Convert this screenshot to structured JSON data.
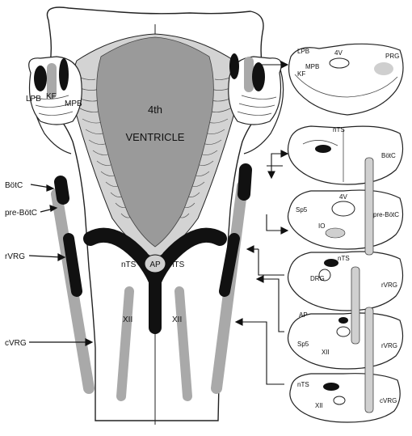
{
  "diagram": {
    "ventricle_title_line1": "4th",
    "ventricle_title_line2": "VENTRICLE",
    "left_labels": {
      "lpb": "LPB",
      "kf": "KF",
      "mpb": "MPB",
      "botc": "BötC",
      "prebotc": "pre-BötC",
      "rvrg": "rVRG",
      "cvrg": "cVRG"
    },
    "center_labels": {
      "ap": "AP",
      "nts_left": "nTS",
      "nts_right": "nTS",
      "xii_left": "XII",
      "xii_right": "XII"
    },
    "sections": [
      {
        "labels": {
          "lpb": "LPB",
          "fourth_v": "4V",
          "prg": "PRG",
          "mpb": "MPB",
          "kf": "KF"
        }
      },
      {
        "labels": {
          "nts": "nTS",
          "botc": "BötC"
        }
      },
      {
        "labels": {
          "fourth_v": "4V",
          "sp5": "Sp5",
          "io": "IO",
          "prebotc": "pre-BötC"
        }
      },
      {
        "labels": {
          "nts": "nTS",
          "drg": "DRG",
          "rvrg": "rVRG"
        }
      },
      {
        "labels": {
          "ap": "AP",
          "sp5": "Sp5",
          "xii": "XII",
          "rvrg": "rVRG"
        }
      },
      {
        "labels": {
          "nts": "nTS",
          "xii": "XII",
          "cvrg": "cVRG"
        }
      }
    ],
    "colors": {
      "black_nuclei": "#111111",
      "gray_columns": "#a9a9a9",
      "ventricle_fill": "#9a9a9a",
      "floor_fill": "#d3d3d3",
      "outline": "#222222"
    }
  }
}
